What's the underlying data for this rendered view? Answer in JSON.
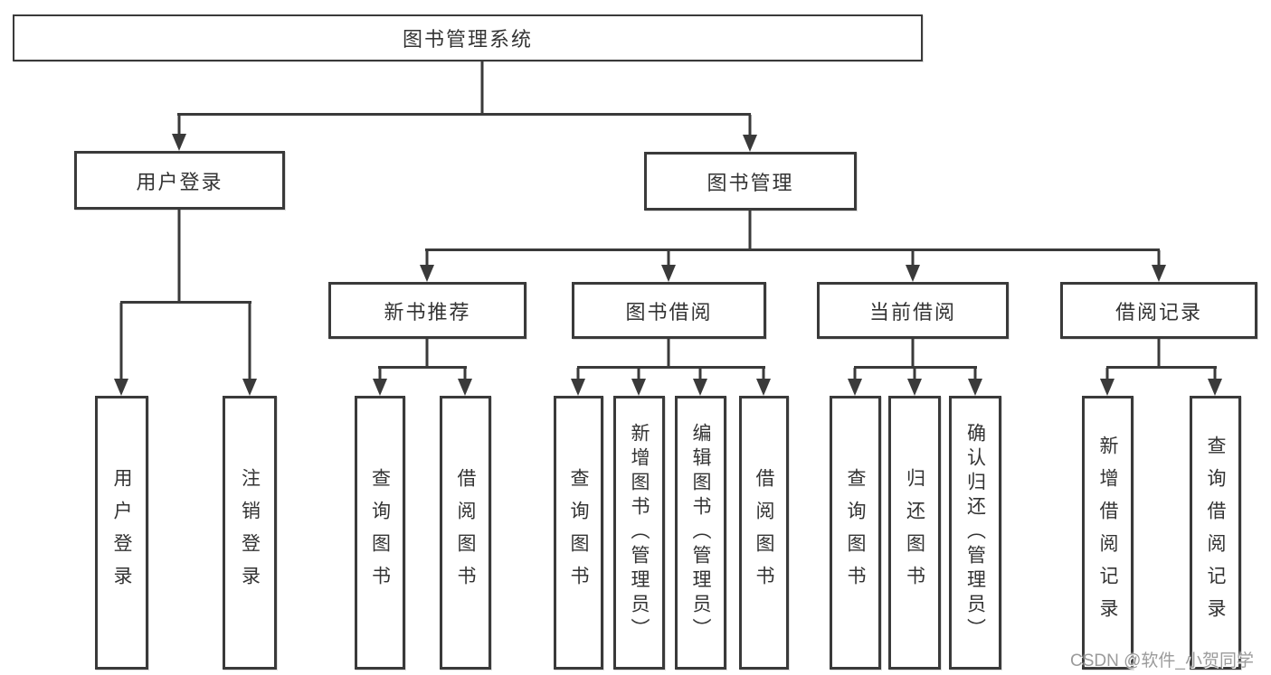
{
  "tree": {
    "root": {
      "label": "图书管理系统",
      "children": [
        {
          "label": "用户登录",
          "children": [
            {
              "label": "用户登录"
            },
            {
              "label": "注销登录"
            }
          ]
        },
        {
          "label": "图书管理",
          "children": [
            {
              "label": "新书推荐",
              "children": [
                {
                  "label": "查询图书"
                },
                {
                  "label": "借阅图书"
                }
              ]
            },
            {
              "label": "图书借阅",
              "children": [
                {
                  "label": "查询图书"
                },
                {
                  "label": "新增图书（管理员）"
                },
                {
                  "label": "编辑图书（管理员）"
                },
                {
                  "label": "借阅图书"
                }
              ]
            },
            {
              "label": "当前借阅",
              "children": [
                {
                  "label": "查询图书"
                },
                {
                  "label": "归还图书"
                },
                {
                  "label": "确认归还（管理员）"
                }
              ]
            },
            {
              "label": "借阅记录",
              "children": [
                {
                  "label": "新增借阅记录"
                },
                {
                  "label": "查询借阅记录"
                }
              ]
            }
          ]
        }
      ]
    }
  },
  "watermark": {
    "text": "CSDN @软件_小贺同学"
  },
  "colors": {
    "line": "#3a3a3a",
    "text": "#333333",
    "watermark": "#9b9b9b",
    "background": "#ffffff"
  }
}
